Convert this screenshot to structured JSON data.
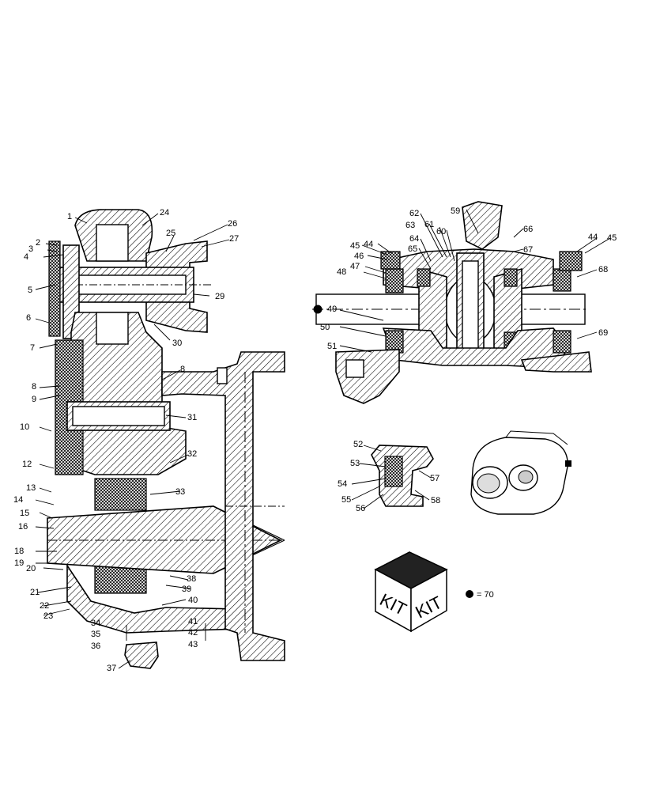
{
  "callouts": [
    {
      "id": "c1",
      "text": "1"
    },
    {
      "id": "c2",
      "text": "2"
    },
    {
      "id": "c3",
      "text": "3"
    },
    {
      "id": "c4",
      "text": "4"
    },
    {
      "id": "c5",
      "text": "5"
    },
    {
      "id": "c6",
      "text": "6"
    },
    {
      "id": "c7",
      "text": "7"
    },
    {
      "id": "c8a",
      "text": "8"
    },
    {
      "id": "c8b",
      "text": "8"
    },
    {
      "id": "c9",
      "text": "9"
    },
    {
      "id": "c10",
      "text": "10"
    },
    {
      "id": "c12",
      "text": "12"
    },
    {
      "id": "c13",
      "text": "13"
    },
    {
      "id": "c14",
      "text": "14"
    },
    {
      "id": "c15",
      "text": "15"
    },
    {
      "id": "c16",
      "text": "16"
    },
    {
      "id": "c18",
      "text": "18"
    },
    {
      "id": "c19",
      "text": "19"
    },
    {
      "id": "c20",
      "text": "20"
    },
    {
      "id": "c21",
      "text": "21"
    },
    {
      "id": "c22",
      "text": "22"
    },
    {
      "id": "c23",
      "text": "23"
    },
    {
      "id": "c24",
      "text": "24"
    },
    {
      "id": "c25",
      "text": "25"
    },
    {
      "id": "c26",
      "text": "26"
    },
    {
      "id": "c27",
      "text": "27"
    },
    {
      "id": "c29",
      "text": "29"
    },
    {
      "id": "c30",
      "text": "30"
    },
    {
      "id": "c31",
      "text": "31"
    },
    {
      "id": "c32",
      "text": "32"
    },
    {
      "id": "c33",
      "text": "33"
    },
    {
      "id": "c34",
      "text": "34"
    },
    {
      "id": "c35",
      "text": "35"
    },
    {
      "id": "c36",
      "text": "36"
    },
    {
      "id": "c37",
      "text": "37"
    },
    {
      "id": "c38",
      "text": "38"
    },
    {
      "id": "c39",
      "text": "39"
    },
    {
      "id": "c40",
      "text": "40"
    },
    {
      "id": "c41",
      "text": "41"
    },
    {
      "id": "c42",
      "text": "42"
    },
    {
      "id": "c43",
      "text": "43"
    },
    {
      "id": "c44a",
      "text": "44"
    },
    {
      "id": "c44b",
      "text": "44"
    },
    {
      "id": "c45a",
      "text": "45"
    },
    {
      "id": "c45b",
      "text": "45"
    },
    {
      "id": "c46",
      "text": "46"
    },
    {
      "id": "c47",
      "text": "47"
    },
    {
      "id": "c48",
      "text": "48"
    },
    {
      "id": "c49",
      "text": "49"
    },
    {
      "id": "c50",
      "text": "50"
    },
    {
      "id": "c51",
      "text": "51"
    },
    {
      "id": "c52",
      "text": "52"
    },
    {
      "id": "c53",
      "text": "53"
    },
    {
      "id": "c54",
      "text": "54"
    },
    {
      "id": "c55",
      "text": "55"
    },
    {
      "id": "c56",
      "text": "56"
    },
    {
      "id": "c57",
      "text": "57"
    },
    {
      "id": "c58",
      "text": "58"
    },
    {
      "id": "c59",
      "text": "59"
    },
    {
      "id": "c60",
      "text": "60"
    },
    {
      "id": "c61",
      "text": "61"
    },
    {
      "id": "c62",
      "text": "62"
    },
    {
      "id": "c63",
      "text": "63"
    },
    {
      "id": "c64",
      "text": "64"
    },
    {
      "id": "c65",
      "text": "65"
    },
    {
      "id": "c66",
      "text": "66"
    },
    {
      "id": "c67",
      "text": "67"
    },
    {
      "id": "c68",
      "text": "68"
    },
    {
      "id": "c69",
      "text": "69"
    }
  ],
  "kit": {
    "face_left": "KIT",
    "face_right": "KIT",
    "legend_value": "= 70"
  },
  "colors": {
    "ink": "#000000",
    "paper": "#ffffff"
  }
}
